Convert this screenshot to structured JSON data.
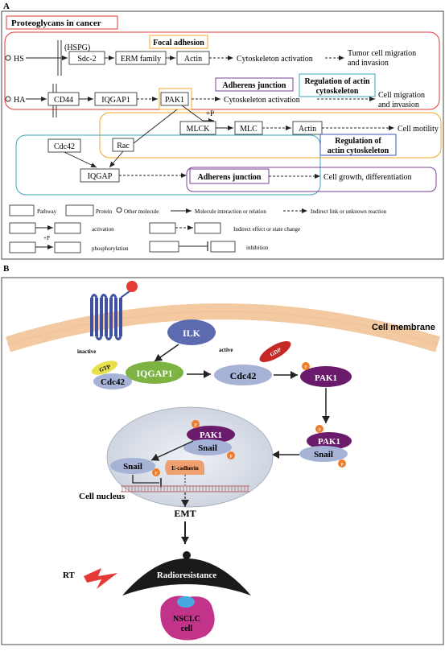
{
  "panel_a": {
    "letter": "A",
    "title": "Proteoglycans in cancer",
    "hs": "HS",
    "hspg": "(HSPG)",
    "sdc2": "Sdc-2",
    "erm": "ERM family",
    "actin1": "Actin",
    "focal": "Focal adhesion",
    "cyto1": "Cytoskeleton activation",
    "out1a": "Tumor cell migration",
    "out1b": "and invasion",
    "ha": "HA",
    "cd44": "CD44",
    "iqgap1": "IQGAP1",
    "pak1": "PAK1",
    "adherens1": "Adherens junction",
    "reg1a": "Regulation of actin",
    "reg1b": "cytoskeleton",
    "cyto2": "Cytoskeleton activation",
    "out2a": "Cell migration",
    "out2b": "and invasion",
    "plusp1": "+P",
    "mlck": "MLCK",
    "mlc": "MLC",
    "actin2": "Actin",
    "motility": "Cell motility",
    "reg2a": "Regulation of",
    "reg2b": "actin cytoskeleton",
    "cdc42": "Cdc42",
    "rac": "Rac",
    "iqgap": "IQGAP",
    "adherens2": "Adherens junction",
    "growth": "Cell growth, differentiation",
    "legend": {
      "pathway": "Pathway",
      "protein": "Protein",
      "other": "Other molecule",
      "interaction": "Molecule interaction or relation",
      "indirect": "Indirect link or unknown  reaction",
      "activation": "activation",
      "state": "Indirect effect or state change",
      "plusp": "+P",
      "phos": "phosphorylation",
      "inhibition": "inhibition"
    }
  },
  "panel_b": {
    "letter": "B",
    "membrane": "Cell membrane",
    "ilk": "ILK",
    "inactive": "inactive",
    "gtp": "GTP",
    "cdc42_inactive": "Cdc42",
    "iqgap1": "IQGAP1",
    "active": "active",
    "gdp": "GDP",
    "cdc42_active": "Cdc42",
    "p": "P",
    "pak1_a": "PAK1",
    "pak1_b": "PAK1",
    "snail_b": "Snail",
    "pak1_n": "PAK1",
    "snail_n": "Snail",
    "snail_free": "Snail",
    "ecad": "E-cadherin",
    "nucleus": "Cell nucleus",
    "emt": "EMT",
    "rt": "RT",
    "radio": "Radioresistance",
    "nsclc_a": "NSCLC",
    "nsclc_b": "cell"
  },
  "colors": {
    "red_box": "#e53935",
    "orange_box": "#f5a623",
    "teal_box": "#3aa6b9",
    "purple_box": "#7b3f99",
    "blue_box": "#3f51b5",
    "pak1": "#6a1b6b",
    "cdc42": "#a7b3d6",
    "iqgap1": "#7cb342",
    "gtp": "#e8e04a",
    "gdp": "#c62828",
    "ilk": "#5c6bb0",
    "p": "#ef7d2a",
    "ecad": "#f0a070",
    "receptor": "#3f51a0",
    "nsclc": "#c2338a",
    "dome": "#1a1a1a",
    "membrane": "#f2c9a0"
  }
}
